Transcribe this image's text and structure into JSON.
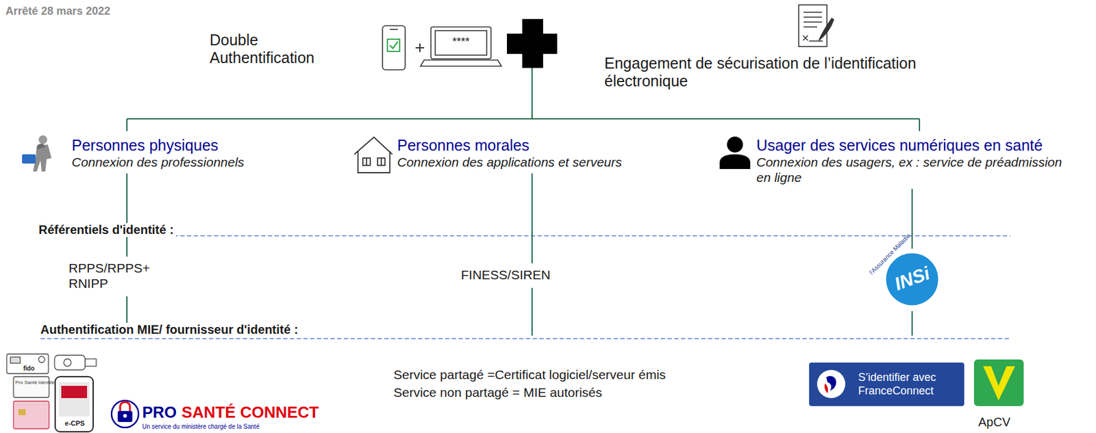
{
  "diagram": {
    "nodes": [
      {
        "text": [
          "Personnes physiques",
          "Connexion des professionnels"
        ]
      },
      {
        "text": [
          "Personnes morales",
          "Connexion des applications et serveurs"
        ]
      },
      {
        "text": [
          "Usager des services numériques en santé",
          "Connexion des usagers, ex : service de préadmission en ligne"
        ]
      },
      {
        "text": [
          "RPPS/RPPS+ RNIPP"
        ]
      },
      {
        "text": [
          "FINESS/SIREN"
        ]
      },
      {
        "text": [
          "l'Assurance Maladie",
          "INSi"
        ]
      },
      {
        "text": [
          "S’identifier avec FranceConnect"
        ]
      }
    ],
    "edges": [
      {
        "from": 0,
        "to": 3,
        "arrow": "none"
      },
      {
        "from": 1,
        "to": 4,
        "arrow": "none"
      },
      {
        "from": 2,
        "to": 5,
        "arrow": "none"
      }
    ],
    "labels": [
      "Arrêté 28 mars 2022",
      "Double Authentification",
      "****",
      "Engagement de sécurisation de l’identification électronique",
      "Référentiels d'identité :",
      "Authentification MIE/ fournisseur d'identité :",
      "fido",
      "Pro Santé Identité",
      "e-CPS",
      "PRO",
      "SANTÉ CONNECT",
      "Un service du ministère chargé de la Santé",
      "Service partagé =Certificat logiciel/serveur émis",
      "Service non partagé = MIE autorisés",
      "ApCV"
    ]
  }
}
